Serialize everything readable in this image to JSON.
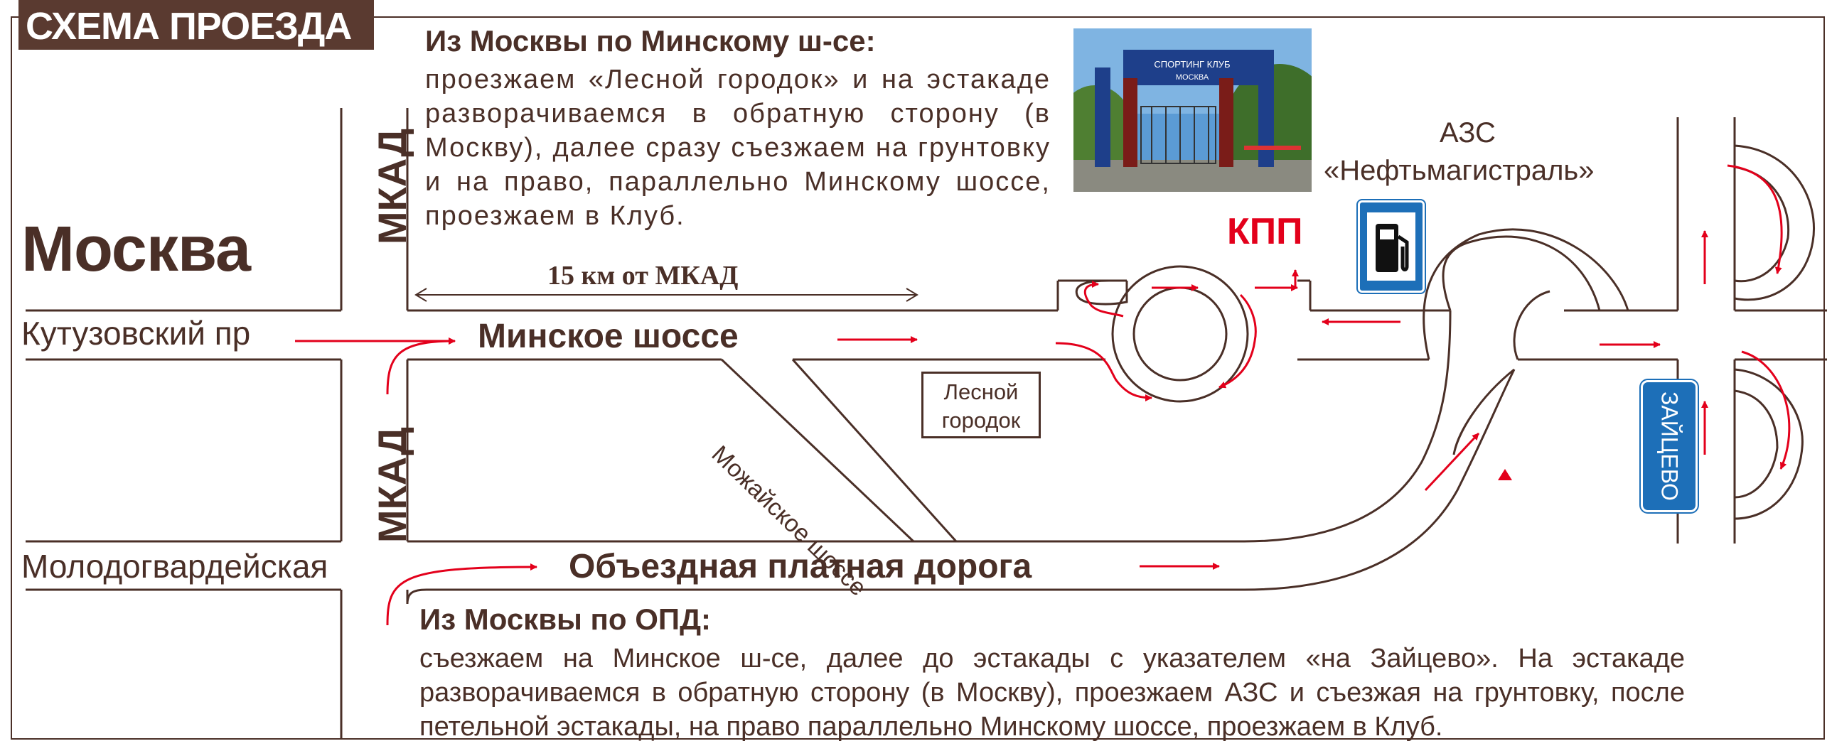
{
  "header": {
    "title": "СХЕМА ПРОЕЗДА"
  },
  "route_moscow_minsk": {
    "heading": "Из Москвы по Минскому ш-се:",
    "text": "проезжаем «Лесной городок» и на эстакаде разворачиваемся в обратную сторону (в Москву), далее сразу съезжаем на грунтовку и на право, параллельно Минскому шоссе, проезжаем в Клуб."
  },
  "route_moscow_opd": {
    "heading": "Из Москвы по ОПД:",
    "text": "съезжаем на Минское ш-се, далее до эстакады с указателем «на Зайцево». На эстакаде разворачиваемся в обратную сторону (в Москву), проезжаем АЗС и съезжая на грунтовку, после петельной эстакады, на право параллельно Минскому шоссе, проезжаем в Клуб."
  },
  "labels": {
    "city": "Москва",
    "mkad_upper": "МКАД",
    "mkad_lower": "МКАД",
    "kutuzovsky": "Кутузовский пр",
    "molodogvardeyskaya": "Молодогвардейская",
    "minskoe": "Минское шоссе",
    "mozhaiskoe": "Можайское шоссе",
    "opd": "Объездная платная дорога",
    "distance": "15 км от МКАД",
    "kpp": "КПП",
    "azs_line1": "АЗС",
    "azs_line2": "«Нефтьмагистраль»",
    "lesnoy_line1": "Лесной",
    "lesnoy_line2": "городок",
    "zaitsevo": "ЗАЙЦЕВО"
  },
  "photo": {
    "sign_line1": "СПОРТИНГ КЛУБ",
    "sign_line2": "МОСКВА"
  },
  "icons": {
    "fuel_station": "fuel-station-icon",
    "route_arrow": "red-arrow-icon"
  },
  "colors": {
    "road": "#4a2f27",
    "route": "#e3001b",
    "sign_blue": "#1d6fb8",
    "title_bg": "#5a3a30"
  }
}
